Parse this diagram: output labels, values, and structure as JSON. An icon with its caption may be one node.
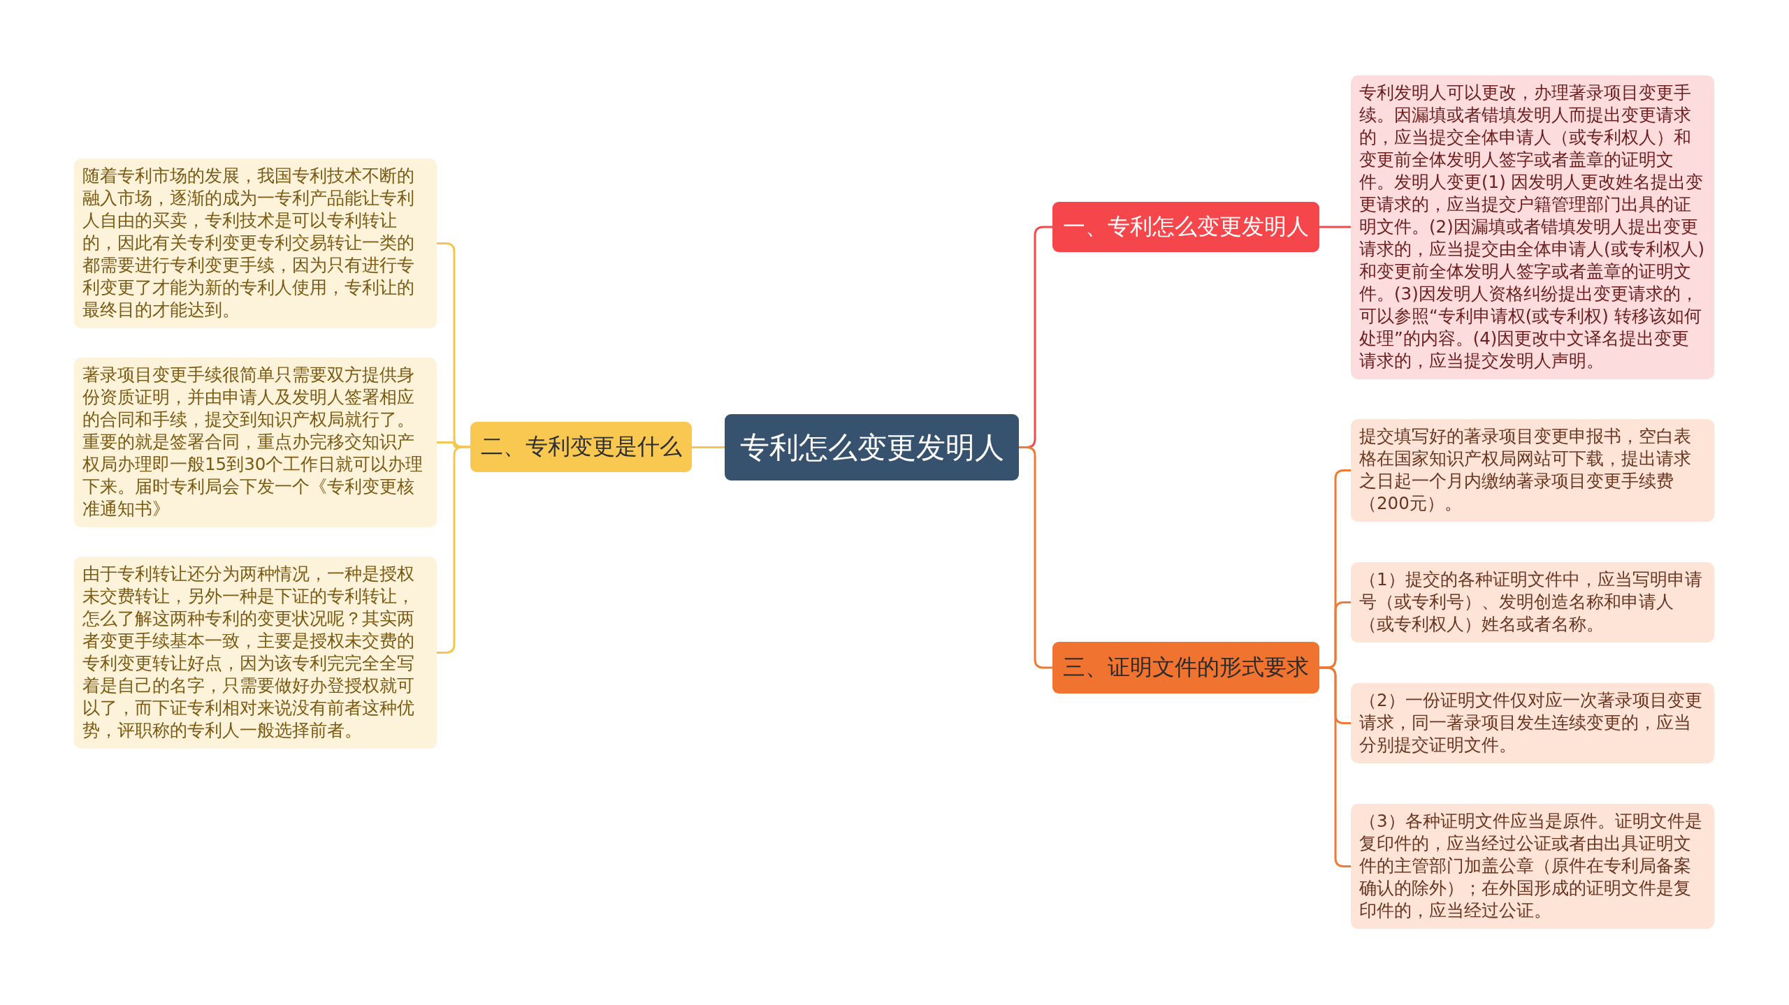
{
  "diagram": {
    "nodes": [
      {
        "text": [
          "专利怎么变更发明人"
        ]
      },
      {
        "text": [
          "一、专利怎么变更发明人"
        ]
      },
      {
        "text": [
          "专利发明人可以更改，办理著录项目变更手续。因漏填或者错填发明人而提出变更请求的，应当提交全体申请人（或专利权人）和变更前全体发明人签字或者盖章的证明文件。发明人变更(1) 因发明人更改姓名提出变更请求的，应当提交户籍管理部门出具的证明文件。(2)因漏填或者错填发明人提出变更请求的，应当提交由全体申请人(或专利权人) 和变更前全体发明人签字或者盖章的证明文件。(3)因发明人资格纠纷提出变更请求的，可以参照“专利申请权(或专利权) 转移该如何处理”的内容。(4)因更改中文译名提出变更请求的，应当提交发明人声明。"
        ]
      },
      {
        "text": [
          "二、专利变更是什么"
        ]
      },
      {
        "text": [
          "随着专利市场的发展，我国专利技术不断的融入市场，逐渐的成为一专利产品能让专利人自由的买卖，专利技术是可以专利转让的，因此有关专利变更专利交易转让一类的都需要进行专利变更手续，因为只有进行专利变更了才能为新的专利人使用，专利让的最终目的才能达到。"
        ]
      },
      {
        "text": [
          "著录项目变更手续很简单只需要双方提供身份资质证明，并由申请人及发明人签署相应的合同和手续，提交到知识产权局就行了。重要的就是签署合同，重点办完移交知识产权局办理即一般15到30个工作日就可以办理下来。届时专利局会下发一个《专利变更核准通知书》"
        ]
      },
      {
        "text": [
          "由于专利转让还分为两种情况，一种是授权未交费转让，另外一种是下证的专利转让，怎么了解这两种专利的变更状况呢？其实两者变更手续基本一致，主要是授权未交费的专利变更转让好点，因为该专利完完全全写着是自己的名字，只需要做好办登授权就可以了，而下证专利相对来说没有前者这种优势，评职称的专利人一般选择前者。"
        ]
      },
      {
        "text": [
          "三、证明文件的形式要求"
        ]
      },
      {
        "text": [
          "提交填写好的著录项目变更申报书，空白表格在国家知识产权局网站可下载，提出请求之日起一个月内缴纳著录项目变更手续费（200元）。"
        ]
      },
      {
        "text": [
          "（1）提交的各种证明文件中，应当写明申请号（或专利号）、发明创造名称和申请人（或专利权人）姓名或者名称。"
        ]
      },
      {
        "text": [
          "（2）一份证明文件仅对应一次著录项目变更请求，同一著录项目发生连续变更的，应当分别提交证明文件。"
        ]
      },
      {
        "text": [
          "（3）各种证明文件应当是原件。证明文件是复印件的，应当经过公证或者由出具证明文件的主管部门加盖公章（原件在专利局备案确认的除外）；在外国形成的证明文件是复印件的，应当经过公证。"
        ]
      }
    ],
    "edges": [
      {
        "from": 0,
        "to": 1,
        "arrow": "none",
        "color": "#ef4a4c"
      },
      {
        "from": 1,
        "to": 2,
        "arrow": "none",
        "color": "#ef4a4c"
      },
      {
        "from": 0,
        "to": 3,
        "arrow": "none",
        "color": "#f3c64f"
      },
      {
        "from": 3,
        "to": 4,
        "arrow": "none",
        "color": "#f3c64f"
      },
      {
        "from": 3,
        "to": 5,
        "arrow": "none",
        "color": "#f3c64f"
      },
      {
        "from": 3,
        "to": 6,
        "arrow": "none",
        "color": "#f3c64f"
      },
      {
        "from": 0,
        "to": 7,
        "arrow": "none"
      },
      {
        "from": 7,
        "to": 8,
        "arrow": "none"
      },
      {
        "from": 7,
        "to": 9,
        "arrow": "none"
      },
      {
        "from": 7,
        "to": 10,
        "arrow": "none"
      },
      {
        "from": 7,
        "to": 11,
        "arrow": "none"
      }
    ]
  }
}
